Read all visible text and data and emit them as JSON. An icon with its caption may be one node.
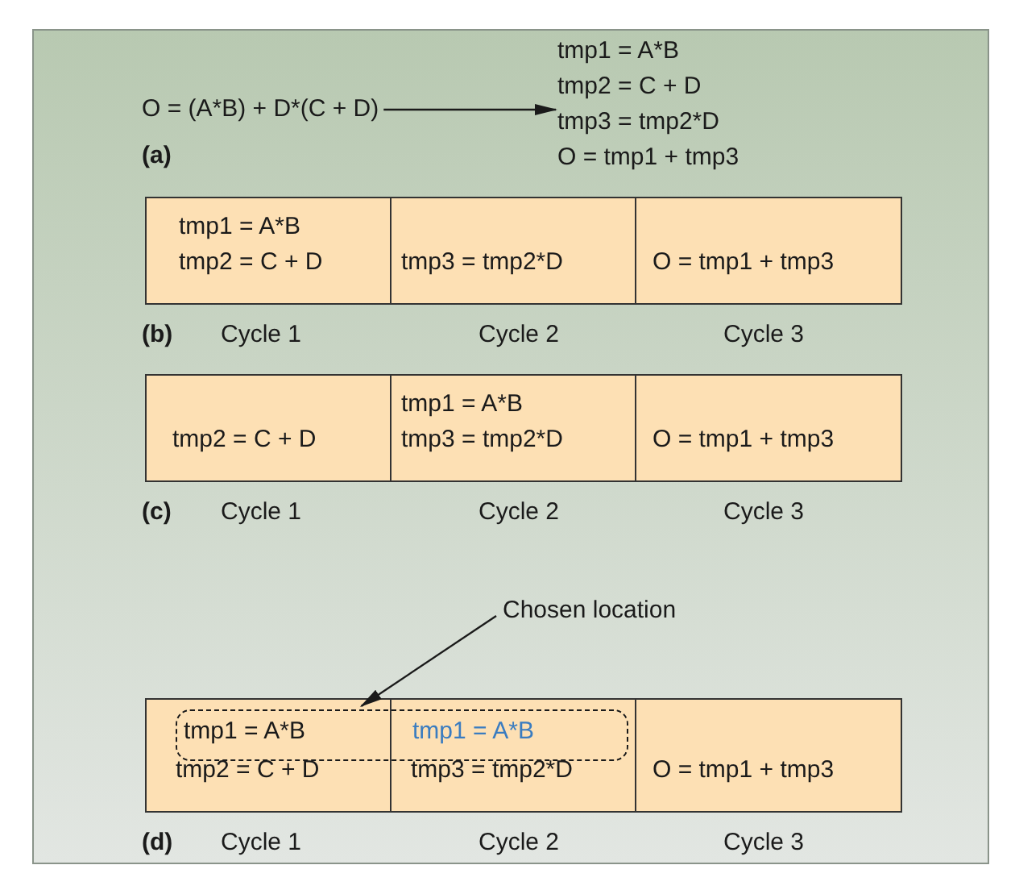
{
  "diagram": {
    "nodes": [
      {
        "text": [
          "O = (A*B) + D*(C + D)"
        ]
      },
      {
        "text": [
          "tmp1 = A*B",
          "tmp2 = C + D",
          "tmp3 = tmp2*D",
          "O = tmp1 + tmp3"
        ]
      },
      {
        "text": [
          "tmp1 = A*B",
          "tmp2 = C + D"
        ]
      },
      {
        "text": [
          "tmp3 = tmp2*D"
        ]
      },
      {
        "text": [
          "O = tmp1 + tmp3"
        ]
      },
      {
        "text": [
          "tmp2 = C + D"
        ]
      },
      {
        "text": [
          "tmp1 = A*B",
          "tmp3 = tmp2*D"
        ]
      },
      {
        "text": [
          "O = tmp1 + tmp3"
        ]
      },
      {
        "text": [
          "Chosen location"
        ]
      },
      {
        "text": [
          "tmp1 = A*B",
          "tmp1 = A*B"
        ]
      },
      {
        "text": [
          "tmp2 = C + D"
        ]
      },
      {
        "text": [
          "tmp3 = tmp2*D"
        ]
      },
      {
        "text": [
          "O = tmp1 + tmp3"
        ]
      }
    ],
    "edges": [
      {
        "from": 0,
        "to": 1,
        "arrow": "to"
      },
      {
        "from": 8,
        "to": 9,
        "arrow": "to"
      }
    ],
    "labels": [
      "(a)",
      "(b)",
      "Cycle 1",
      "Cycle 2",
      "Cycle 3",
      "(c)",
      "Cycle 1",
      "Cycle 2",
      "Cycle 3",
      "(d)",
      "Cycle 1",
      "Cycle 2",
      "Cycle 3"
    ]
  }
}
